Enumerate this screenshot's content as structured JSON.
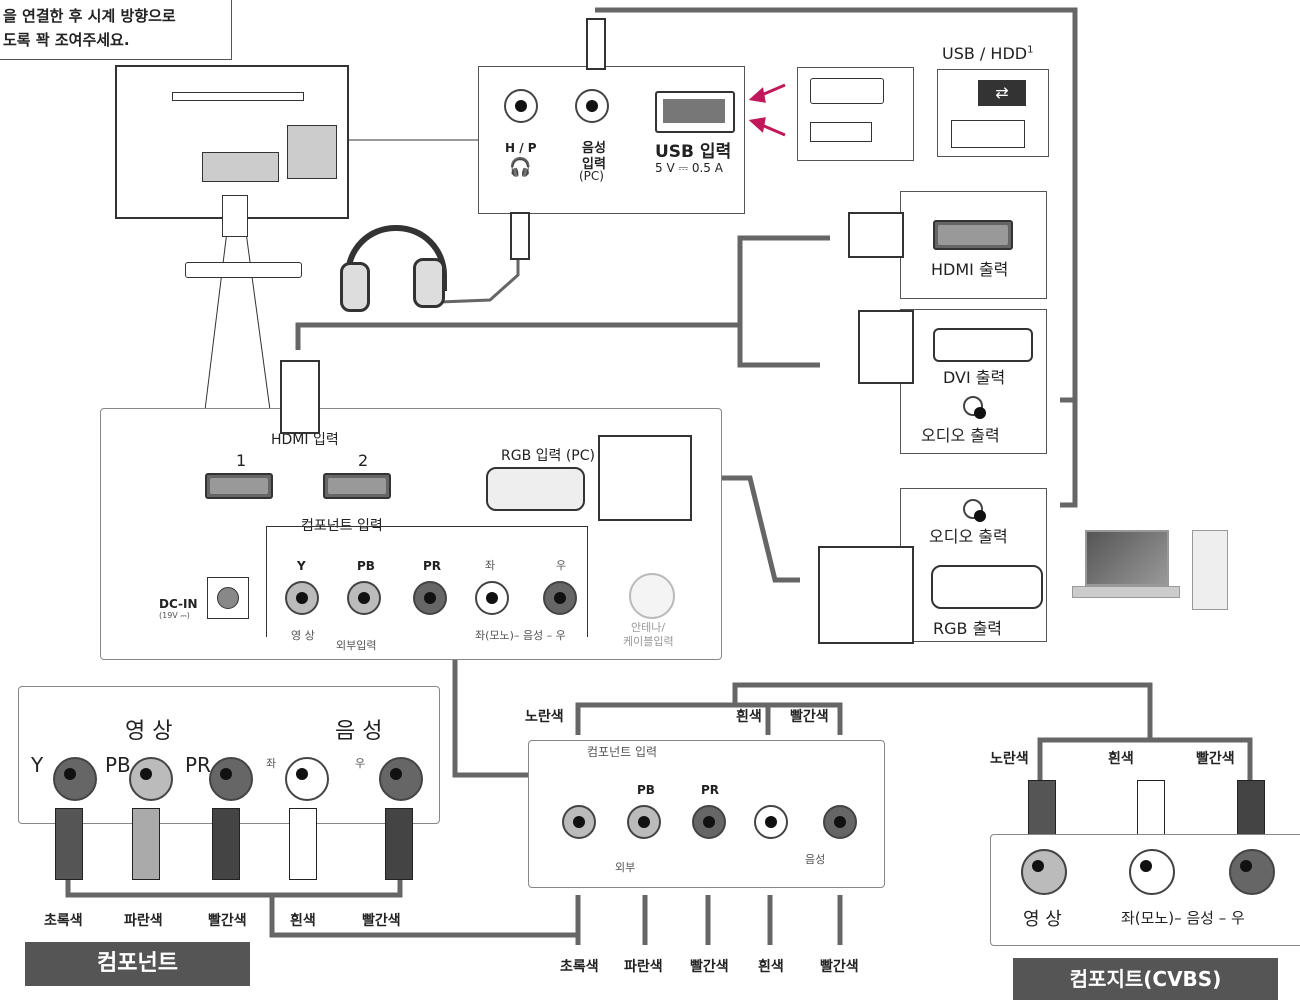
{
  "note": {
    "line1": "을 연결한 후 시계 방향으로",
    "line2": "도록 꽉 조여주세요."
  },
  "top_panel": {
    "hp_label": "H / P",
    "audio_in_line1": "음성",
    "audio_in_line2": "입력",
    "audio_in_pc": "(PC)",
    "usb_label": "USB 입력",
    "usb_power": "5 V ⎓ 0.5 A"
  },
  "usb_device_label": "USB / HDD",
  "usb_device_sup": "1",
  "hdmi_out_label": "HDMI 출력",
  "dvi_out_label": "DVI 출력",
  "audio_out_label_1": "오디오 출력",
  "audio_out_label_2": "오디오 출력",
  "rgb_out_label": "RGB 출력",
  "rear_panel": {
    "hdmi_in_label": "HDMI 입력",
    "hdmi_port_1": "1",
    "hdmi_port_2": "2",
    "rgb_in_label": "RGB 입력 (PC)",
    "component_in_label": "컴포넌트 입력",
    "dcin_label": "DC-IN",
    "dcin_spec": "(19V ⎓)",
    "y_label": "Y",
    "pb_label": "PB",
    "pr_label": "PR",
    "video_label": "영 상",
    "external_in_label": "외부입력",
    "left_mark": "좌",
    "right_mark": "우",
    "audio_mono_label": "좌(모노)– 음성 – 우",
    "antenna_label_1": "안테나/",
    "antenna_label_2": "케이블입력"
  },
  "component_box": {
    "video_title": "영 상",
    "audio_title": "음 성",
    "y": "Y",
    "pb": "PB",
    "pr": "PR",
    "left_mark": "좌",
    "right_mark": "우"
  },
  "component_plug_colors": [
    "초록색",
    "파란색",
    "빨간색",
    "흰색",
    "빨간색"
  ],
  "component_banner": "컴포넌트",
  "middle_box": {
    "title": "컴포넌트 입력",
    "pb": "PB",
    "pr": "PR",
    "ext": "외부",
    "audio": "음성"
  },
  "middle_top_colors": [
    "노란색",
    "흰색",
    "빨간색"
  ],
  "middle_bottom_colors": [
    "초록색",
    "파란색",
    "빨간색",
    "흰색",
    "빨간색"
  ],
  "composite_top_colors": [
    "노란색",
    "흰색",
    "빨간색"
  ],
  "composite_labels": {
    "video": "영 상",
    "audio": "좌(모노)– 음성 – 우"
  },
  "composite_banner": "컴포지트(CVBS)",
  "colors": {
    "cable": "#666666",
    "banner": "#555555",
    "arrow": "#c0185a"
  }
}
